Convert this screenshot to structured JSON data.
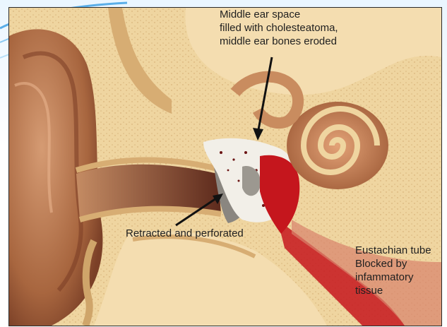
{
  "labels": {
    "middle_ear": {
      "line1": "Middle ear space",
      "line2": "filled with cholesteatoma,",
      "line3": "middle ear bones eroded"
    },
    "eardrum": {
      "text": "Retracted and perforated"
    },
    "eustachian": {
      "line1": "Eustachian tube",
      "line2": "Blocked by",
      "line3": "infammatory",
      "line4": "tissue"
    }
  },
  "colors": {
    "bone": "#efd5a0",
    "bone_dots": "#d9b77d",
    "skin": "#b9784f",
    "canal": "#6f3525",
    "cochlea": "#d08a5e",
    "inflamed": "#c5161d",
    "cholesteatoma": "#ffffff",
    "background_accent": "#67b4ea"
  }
}
